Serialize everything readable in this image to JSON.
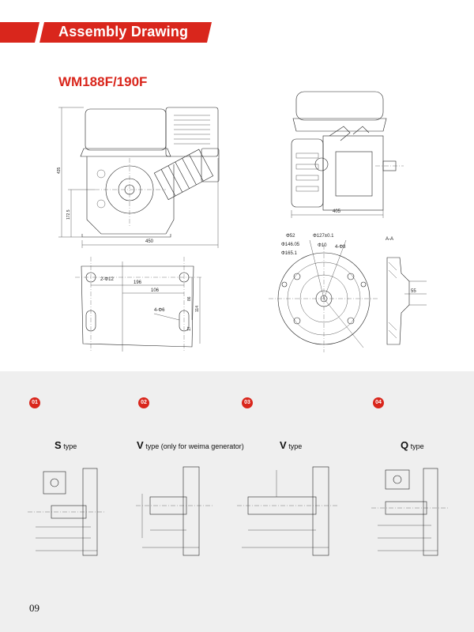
{
  "header": {
    "title": "Assembly Drawing",
    "banner_color": "#d9261c"
  },
  "model": "WM188F/190F",
  "side_view": {
    "height": "435",
    "shaft_height": "172.5",
    "width": "450"
  },
  "front_view": {
    "width": "405"
  },
  "base_view": {
    "hole_label_top": "2-Φ12",
    "dim_a": "196",
    "dim_b": "106",
    "hole_label_bottom": "4-Φ6",
    "dim_c": "86",
    "dim_d": "114",
    "dim_e": "17"
  },
  "flange_view": {
    "d1": "Φ52",
    "d2": "Φ127±0.1",
    "d3": "Φ146.05",
    "d4": "Φ10",
    "d5": "Φ165.1",
    "d6": "4-Φ8",
    "section_label": "A-A",
    "section_dim": "55"
  },
  "shaft_types": [
    {
      "number": "01",
      "letter": "S",
      "suffix": "type"
    },
    {
      "number": "02",
      "letter": "V",
      "suffix": "type (only for weima generator)"
    },
    {
      "number": "03",
      "letter": "V",
      "suffix": "type"
    },
    {
      "number": "04",
      "letter": "Q",
      "suffix": "type"
    }
  ],
  "page_number": "09"
}
